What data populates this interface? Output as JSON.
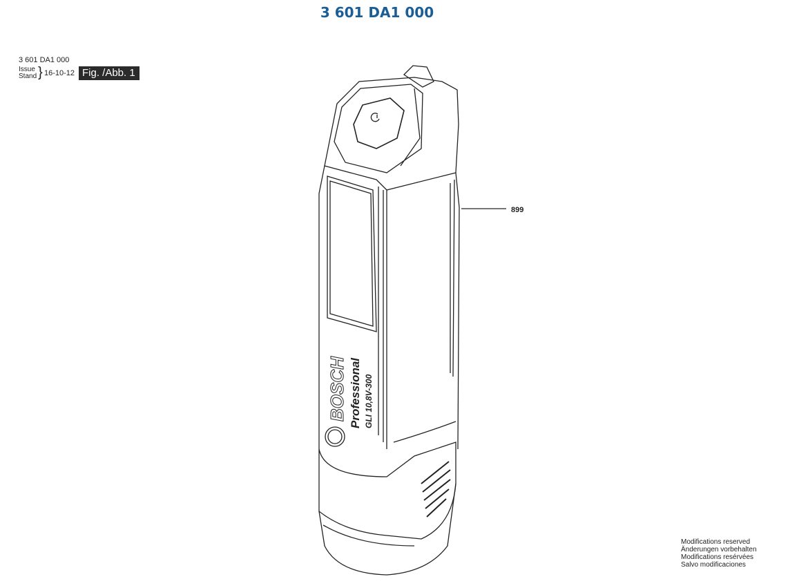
{
  "title": "3 601 DA1 000",
  "header": {
    "code": "3 601 DA1 000",
    "issue_label": "Issue",
    "stand_label": "Stand",
    "date": "16-10-12",
    "figure_label": "Fig. /Abb. 1"
  },
  "drawing": {
    "brand": "BOSCH",
    "product_line": "Professional",
    "model": "GLI 10,8V-300",
    "callouts": [
      {
        "number": "899"
      }
    ]
  },
  "footer": {
    "notes": [
      "Modifications reserved",
      "Änderungen vorbehalten",
      "Modifications resérvées",
      "Salvo modificaciones"
    ]
  }
}
